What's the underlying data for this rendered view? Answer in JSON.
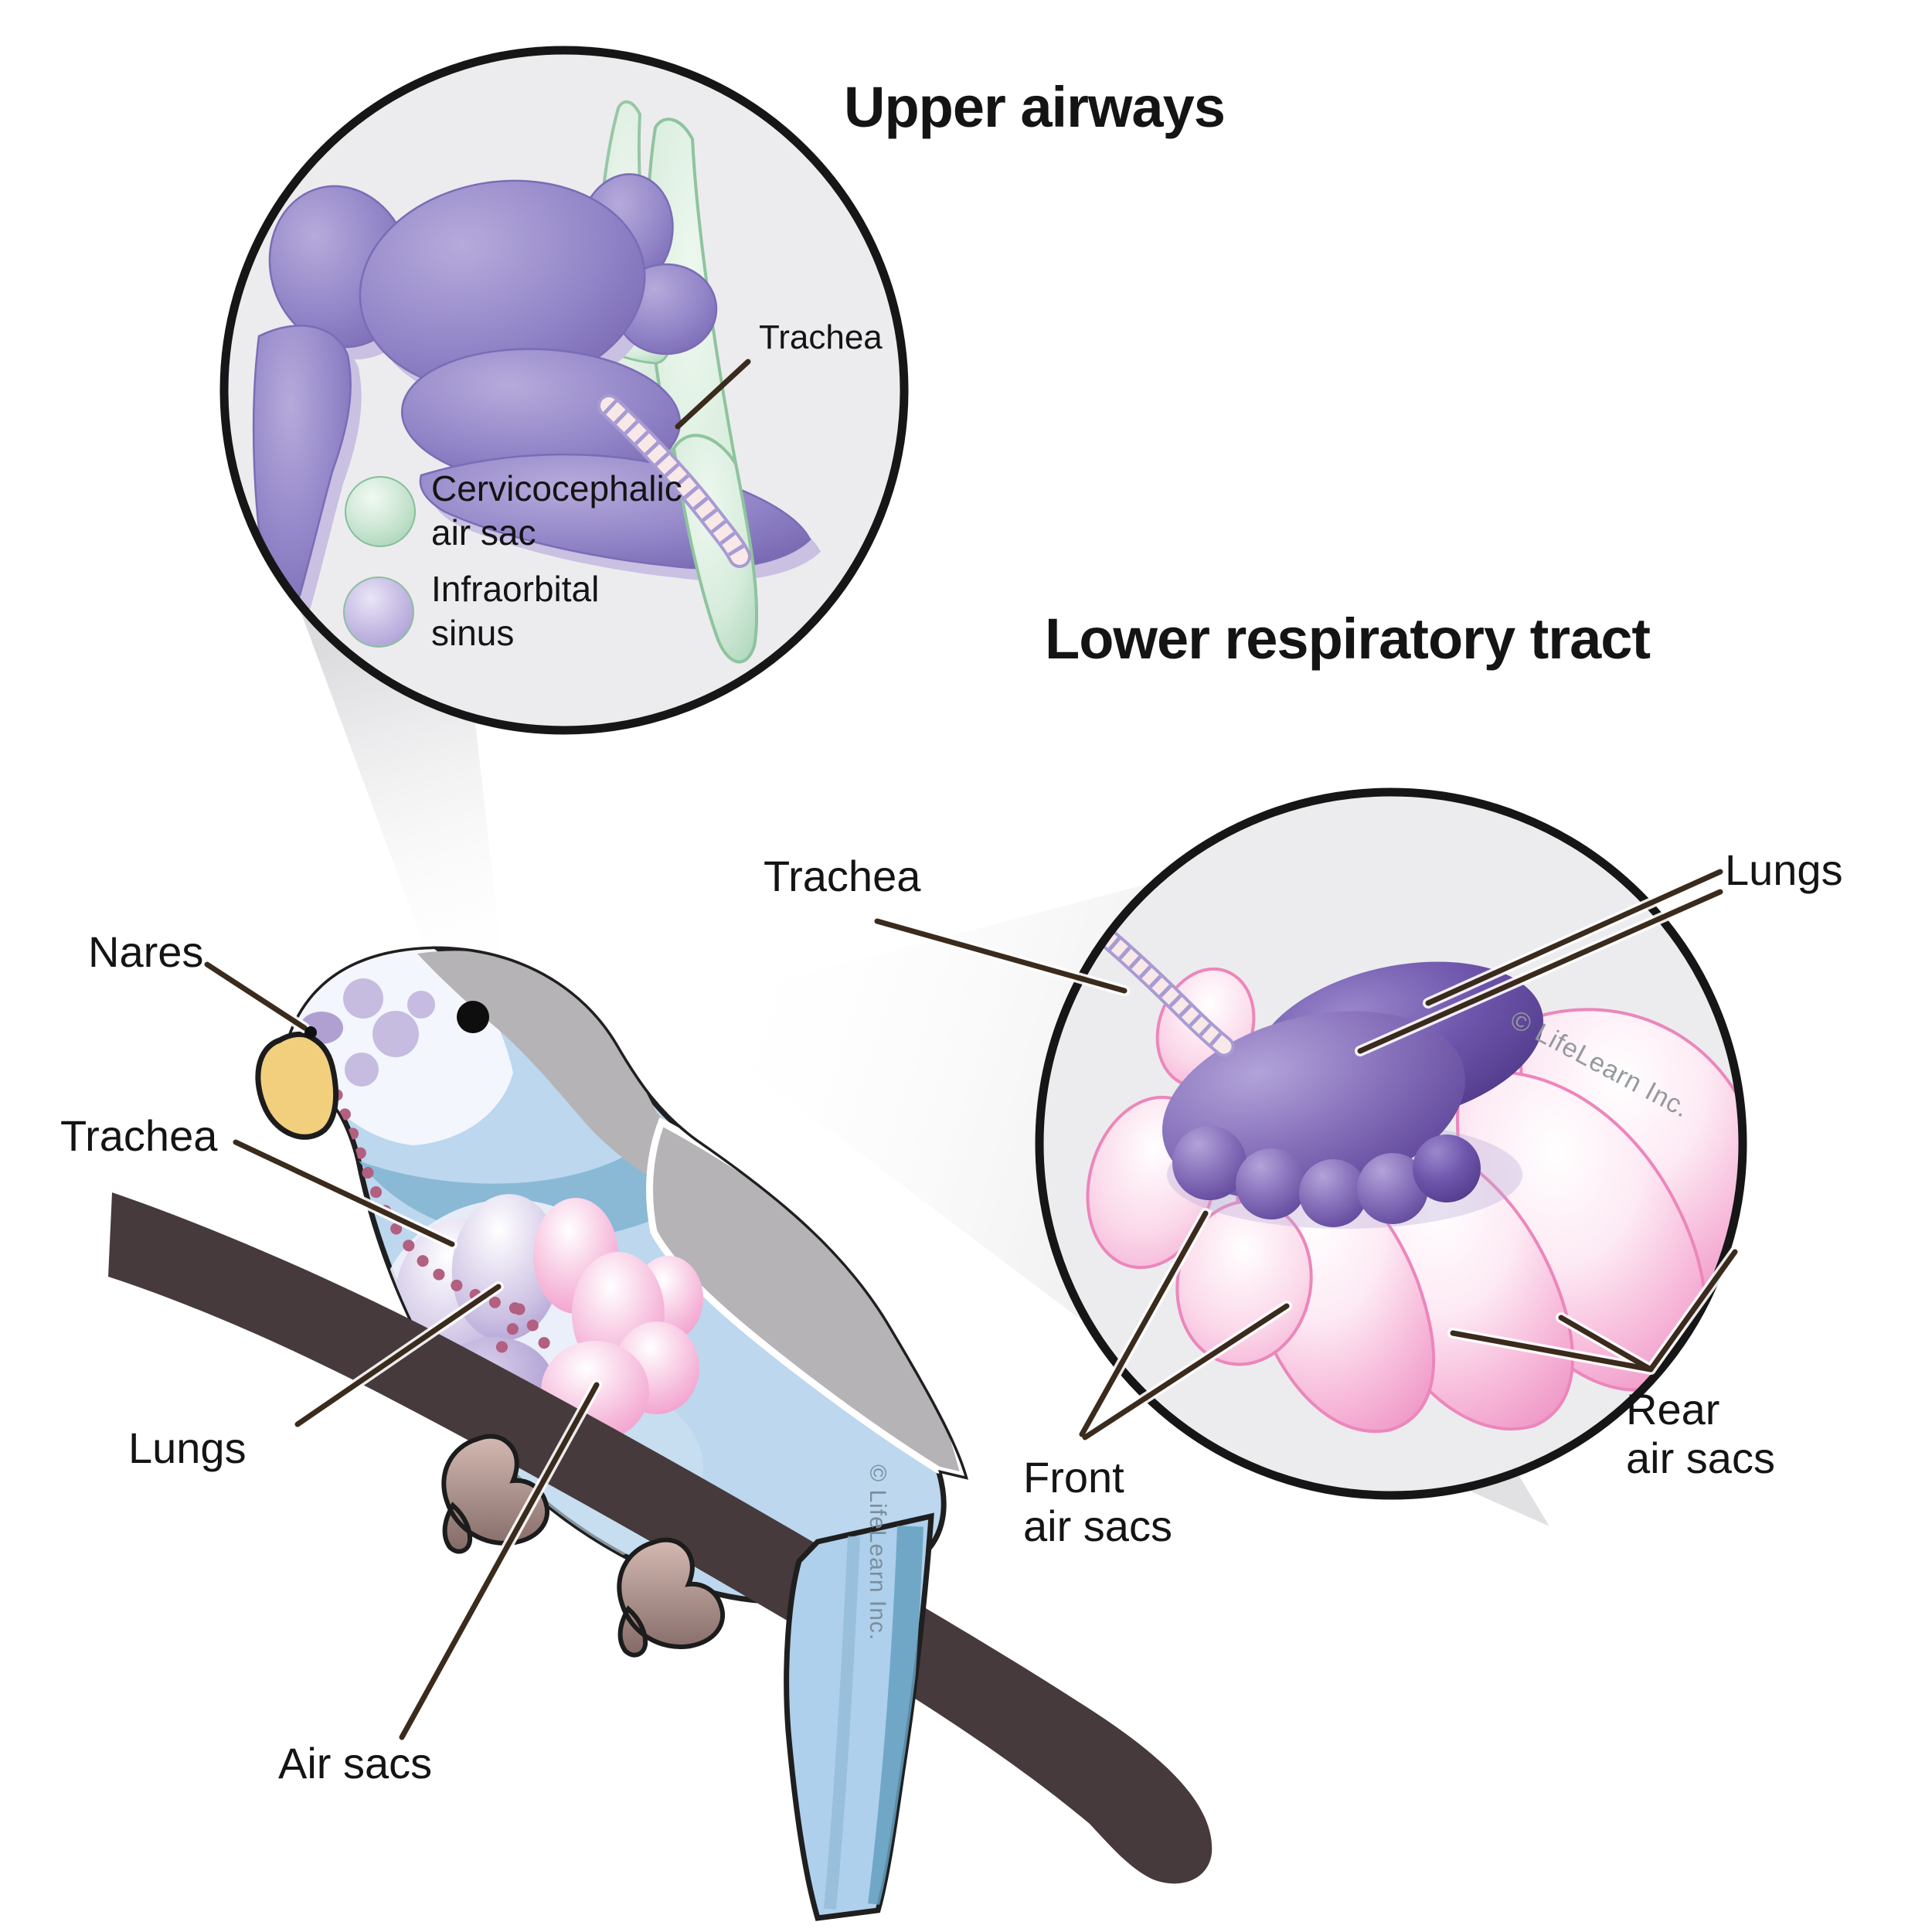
{
  "titles": {
    "upper": "Upper airways",
    "lower": "Lower respiratory tract"
  },
  "upper_inset": {
    "trachea_label": "Trachea",
    "legend": [
      {
        "name": "cervicocephalic-air-sac",
        "line1": "Cervicocephalic",
        "line2": "air sac",
        "color": "#a8d2b4"
      },
      {
        "name": "infraorbital-sinus",
        "line1": "Infraorbital",
        "line2": "sinus",
        "color": "#b1a4d8"
      }
    ]
  },
  "lower_inset": {
    "trachea_label": "Trachea",
    "lungs_label": "Lungs",
    "front_air_sacs": {
      "line1": "Front",
      "line2": "air sacs"
    },
    "rear_air_sacs": {
      "line1": "Rear",
      "line2": "air sacs"
    }
  },
  "bird": {
    "nares_label": "Nares",
    "trachea_label": "Trachea",
    "lungs_label": "Lungs",
    "air_sacs_label": "Air sacs"
  },
  "watermark": "© LifeLearn Inc.",
  "colors": {
    "sinus_purple": "#8f80c5",
    "air_sac_green": "#cfe9d6",
    "lung_purple": "#5d4398",
    "air_sac_pink": "#f5a3cd",
    "bird_body_blue": "#bcd7ee",
    "bird_gray": "#b5b3b5",
    "beak_yellow": "#f1cf7d",
    "branch_brown": "#463a3c",
    "leader_brown": "#3b2b1d",
    "ink": "#141414"
  }
}
